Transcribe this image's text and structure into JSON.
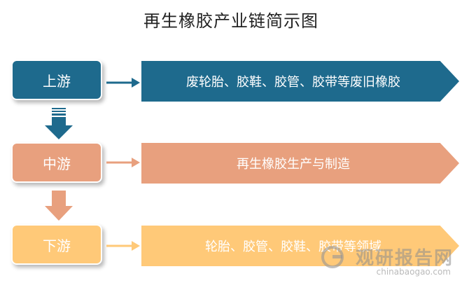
{
  "title": "再生橡胶产业链简示图",
  "stages": {
    "upstream": {
      "label": "上游",
      "content": "废轮胎、胶鞋、胶管、胶带等废旧橡胶",
      "color": "#1e6a8d"
    },
    "midstream": {
      "label": "中游",
      "content": "再生橡胶生产与制造",
      "color": "#e8a07e"
    },
    "downstream": {
      "label": "下游",
      "content": "轮胎、胶管、胶鞋、胶带等领域",
      "color": "#ffc978"
    }
  },
  "watermark": {
    "main": "观研报告网",
    "sub": "chinabaogao.com"
  }
}
